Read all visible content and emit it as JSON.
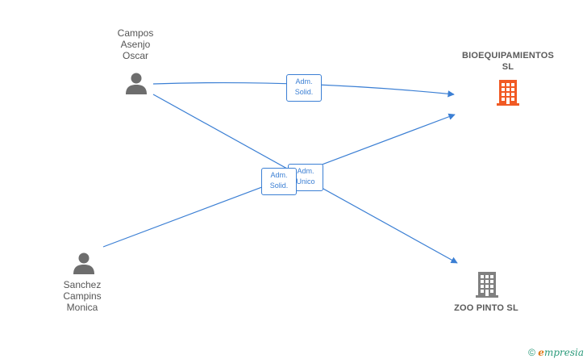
{
  "nodes": {
    "campos": {
      "name": "Campos\nAsenjo\nOscar",
      "type": "person"
    },
    "sanchez": {
      "name": "Sanchez\nCampins\nMonica",
      "type": "person"
    },
    "bioequipamientos": {
      "name": "BIOEQUIPAMIENTOS\nSL",
      "type": "company",
      "color": "#f15a24"
    },
    "zoo_pinto": {
      "name": "ZOO PINTO SL",
      "type": "company",
      "color": "#808080"
    }
  },
  "edges": [
    {
      "from": "campos",
      "to": "bioequipamientos",
      "label": "Adm.\nSolid."
    },
    {
      "from": "campos",
      "to": "zoo_pinto",
      "label": "Adm.\nUnico"
    },
    {
      "from": "sanchez",
      "to": "bioequipamientos",
      "label": "Adm.\nSolid."
    }
  ],
  "colors": {
    "edge": "#3b7fd4",
    "person": "#6d6d6d"
  },
  "watermark": {
    "symbol": "©",
    "brand_initial": "e",
    "brand_rest": "mpresia"
  }
}
